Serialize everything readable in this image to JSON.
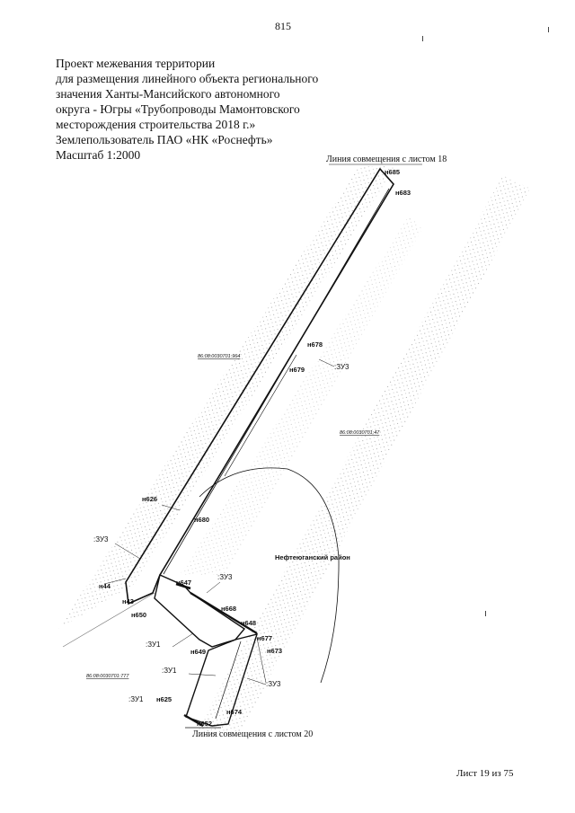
{
  "page_number": "815",
  "title": {
    "lines": [
      "Проект межевания территории",
      "для размещения линейного объекта регионального",
      "значения Ханты-Мансийского автономного",
      "округа - Югры «Трубопроводы Мамонтовского",
      "месторождения строительства 2018 г.»",
      "Землепользователь ПАО «НК «Роснефть»",
      "Масштаб 1:2000"
    ]
  },
  "sheet_links": {
    "top": "Линия совмещения с листом 18",
    "bottom": "Линия совмещения с листом 20"
  },
  "footer": "Лист 19 из 75",
  "district": "Нефтеюганский район",
  "cadastral": [
    "86:08:0030701:964",
    "86:08:0030701:47",
    "86:08:0030701:777"
  ],
  "points": [
    "н685",
    "н683",
    "н678",
    "н679",
    "н626",
    "н680",
    "н44",
    "н43",
    "н650",
    "н647",
    "н668",
    "н648",
    "н677",
    "н649",
    "н673",
    "н625",
    "н674",
    "н652"
  ],
  "parcels": [
    ":ЗУ3",
    ":ЗУ3",
    ":ЗУ3",
    ":ЗУ3",
    ":ЗУ1",
    ":ЗУ1",
    ":ЗУ1"
  ],
  "colors": {
    "line": "#111111",
    "hatch": "#9a9a9a"
  }
}
